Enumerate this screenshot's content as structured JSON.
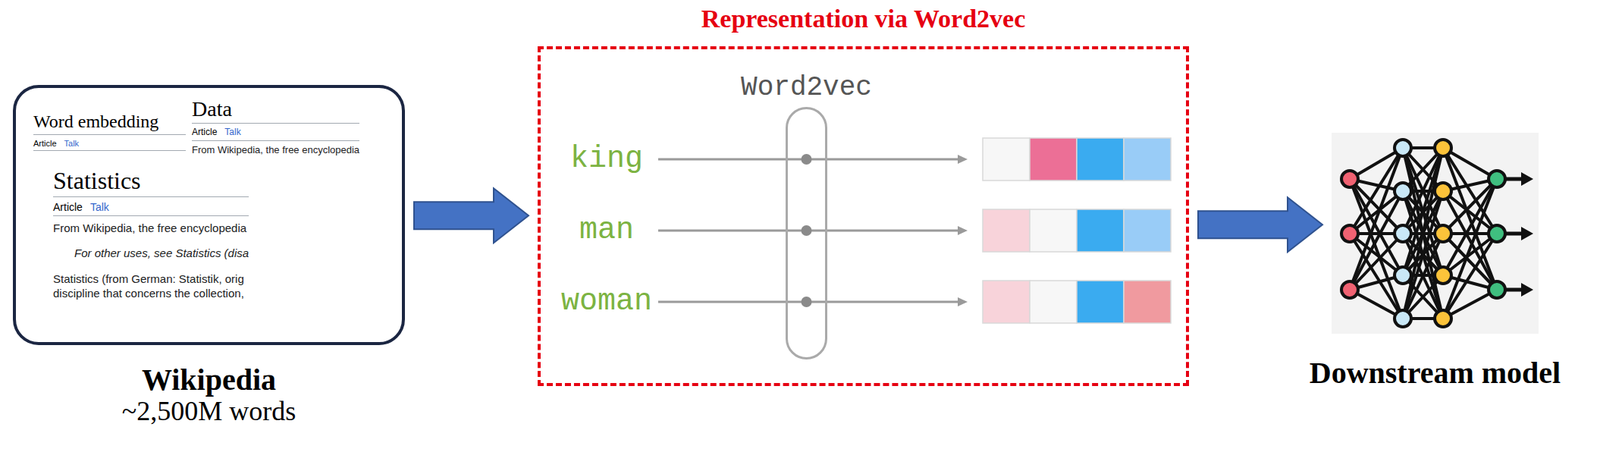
{
  "diagram": {
    "nodes": [
      {
        "text": [
          "Wikipedia",
          "~2,500M words"
        ]
      },
      {
        "text": [
          "Word embedding",
          "Article",
          "Talk"
        ],
        "in": 0
      },
      {
        "text": [
          "Data",
          "Article",
          "Talk",
          "From Wikipedia, the free encyclopedia"
        ],
        "in": 0
      },
      {
        "text": [
          "Statistics",
          "Article",
          "Talk",
          "From Wikipedia, the free encyclopedia",
          "For other uses, see Statistics (disa",
          "Statistics (from German: Statistik, orig",
          "discipline that concerns the collection,"
        ],
        "in": 0
      },
      {
        "text": [
          "Representation via Word2vec"
        ]
      },
      {
        "text": [
          "Word2vec"
        ],
        "in": 4
      },
      {
        "text": [
          "Downstream model"
        ]
      }
    ],
    "edges": [
      {
        "from": 0,
        "to": 4,
        "arrow": "to"
      },
      {
        "from": 4,
        "to": 6,
        "arrow": "to"
      }
    ],
    "labels": [
      "king",
      "man",
      "woman"
    ]
  }
}
